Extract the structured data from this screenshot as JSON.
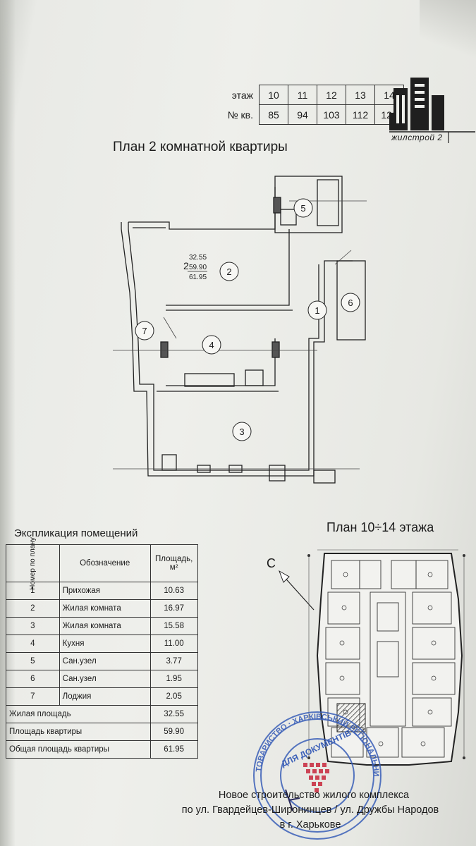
{
  "floor_table": {
    "floor_label": "этаж",
    "apt_label": "№ кв.",
    "floors": [
      "10",
      "11",
      "12",
      "13",
      "14"
    ],
    "apartments": [
      "85",
      "94",
      "103",
      "112",
      "121"
    ]
  },
  "logo": {
    "text": "жилстрой 2"
  },
  "plan_title": "План 2 комнатной квартиры",
  "floorplan": {
    "areas": {
      "living": "32.55",
      "total": "59.90",
      "total_full": "61.95",
      "rooms_count": "2"
    },
    "room_numbers": [
      "1",
      "2",
      "3",
      "4",
      "5",
      "6",
      "7"
    ]
  },
  "explication": {
    "title": "Экспликация помещений",
    "headers": {
      "number": "Номер по плану",
      "name": "Обозначение",
      "area": "Площадь, м²"
    },
    "rows": [
      {
        "num": "1",
        "name": "Прихожая",
        "area": "10.63"
      },
      {
        "num": "2",
        "name": "Жилая комната",
        "area": "16.97"
      },
      {
        "num": "3",
        "name": "Жилая комната",
        "area": "15.58"
      },
      {
        "num": "4",
        "name": "Кухня",
        "area": "11.00"
      },
      {
        "num": "5",
        "name": "Сан.узел",
        "area": "3.77"
      },
      {
        "num": "6",
        "name": "Сан.узел",
        "area": "1.95"
      },
      {
        "num": "7",
        "name": "Лоджия",
        "area": "2.05"
      }
    ],
    "totals": [
      {
        "label": "Жилая площадь",
        "value": "32.55"
      },
      {
        "label": "Площадь квартиры",
        "value": "59.90"
      },
      {
        "label": "Общая площадь квартиры",
        "value": "61.95"
      }
    ]
  },
  "floors_plan_title": "План 10÷14  этажа",
  "compass_label": "С",
  "stamp": {
    "ring_text": "ТОВАРИСТВО · ХАРКІВСЬКИЙ РЕГІОНАЛЬНИЙ · ВІДПОВІДАЛЬНІСТЮ",
    "center_text": "ДЛЯ ДОКУМЕНТІВ"
  },
  "footer": {
    "line1": "Новое строительство жилого комплекса",
    "line2": "по ул. Гвардейцев-Широнинцев / ул. Дружбы Народов",
    "line3": "в г. Харькове"
  },
  "colors": {
    "ink": "#1b1b1b",
    "stamp": "#3a5fb8",
    "stamp_logo": "#c8283c",
    "paper": "#eeefeb"
  }
}
